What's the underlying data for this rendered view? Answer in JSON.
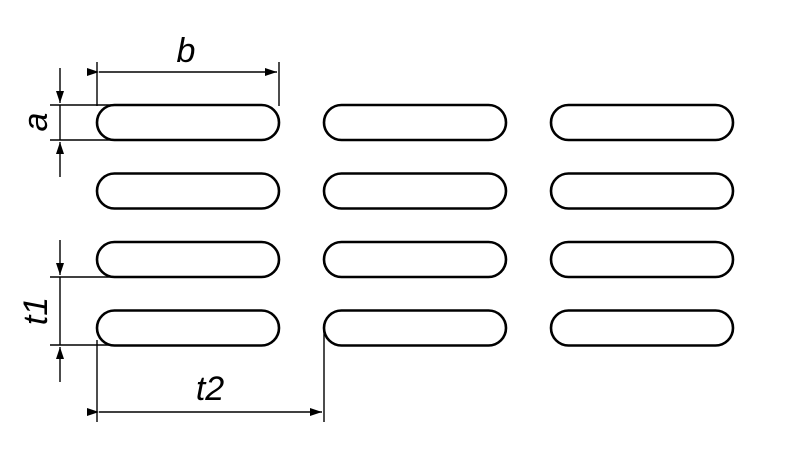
{
  "dimensions": {
    "slot_length": "b",
    "slot_width": "a",
    "row_pitch": "t1",
    "column_pitch": "t2"
  },
  "pattern": {
    "rows": 4,
    "columns": 3,
    "slot_shape": "rounded-slot"
  },
  "colors": {
    "stroke": "#000000",
    "background": "#ffffff"
  }
}
